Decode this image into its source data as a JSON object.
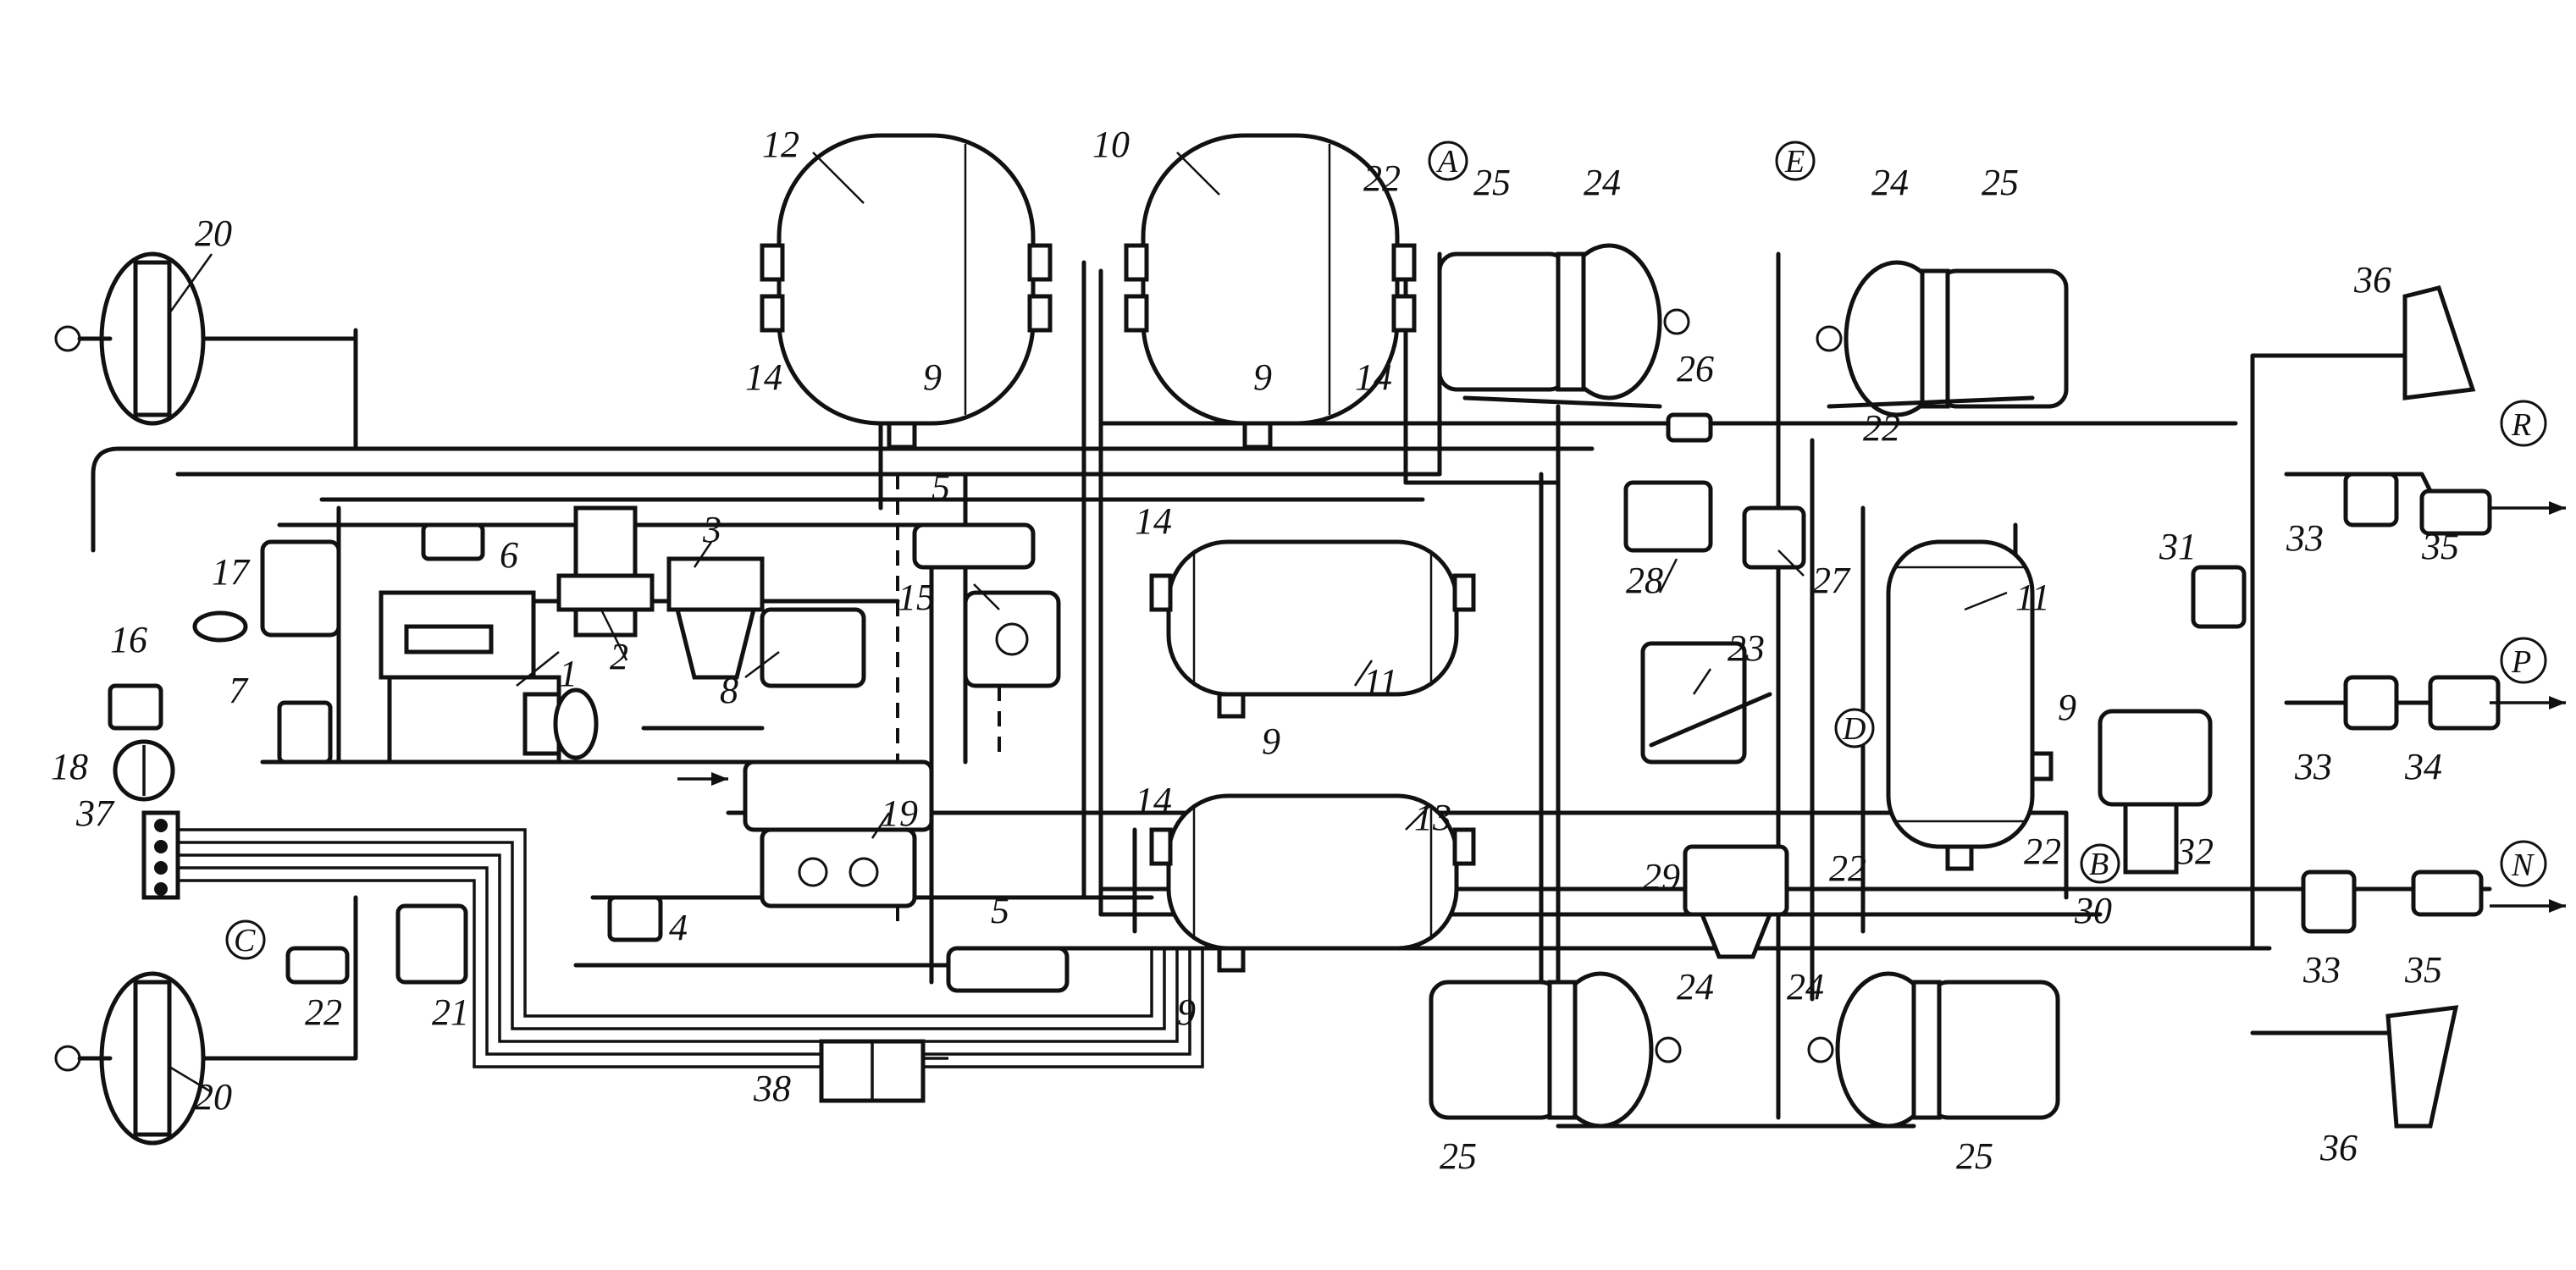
{
  "labels": {
    "l1": "1",
    "l2": "2",
    "l3": "3",
    "l4": "4",
    "l5a": "5",
    "l5b": "5",
    "l6": "6",
    "l7": "7",
    "l8": "8",
    "l9a": "9",
    "l9b": "9",
    "l9c": "9",
    "l9d": "9",
    "l9e": "9",
    "l10": "10",
    "l11a": "11",
    "l11b": "11",
    "l12": "12",
    "l13": "13",
    "l14a": "14",
    "l14b": "14",
    "l14c": "14",
    "l14d": "14",
    "l15": "15",
    "l16": "16",
    "l17": "17",
    "l18": "18",
    "l19": "19",
    "l20a": "20",
    "l20b": "20",
    "l21": "21",
    "l22a": "22",
    "l22b": "22",
    "l22c": "22",
    "l22d": "22",
    "l22e": "22",
    "l23": "23",
    "l24a": "24",
    "l24b": "24",
    "l24c": "24",
    "l24d": "24",
    "l25a": "25",
    "l25b": "25",
    "l25c": "25",
    "l25d": "25",
    "l26": "26",
    "l27": "27",
    "l28": "28",
    "l29": "29",
    "l30": "30",
    "l31": "31",
    "l32": "32",
    "l33a": "33",
    "l33b": "33",
    "l33c": "33",
    "l34": "34",
    "l35a": "35",
    "l35b": "35",
    "l36a": "36",
    "l36b": "36",
    "l37": "37",
    "l38": "38"
  },
  "letters": {
    "A": "A",
    "B": "B",
    "C": "C",
    "D": "D",
    "E": "E",
    "R": "R",
    "P": "P",
    "N": "N"
  }
}
